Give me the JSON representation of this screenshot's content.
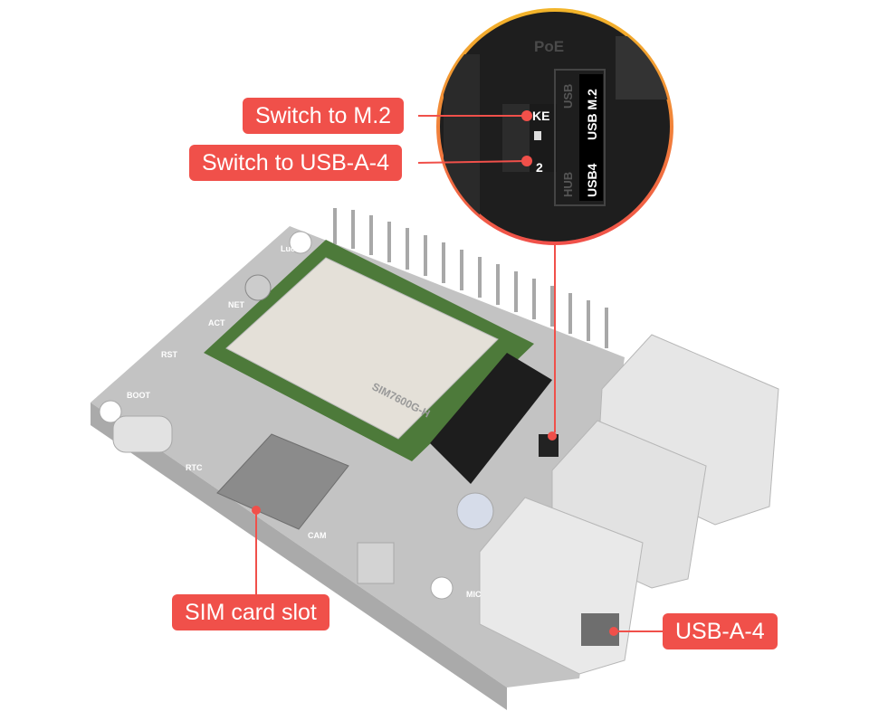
{
  "callouts": {
    "switch_m2": "Switch to M.2",
    "switch_usb": "Switch to USB-A-4",
    "sim_slot": "SIM card slot",
    "usb_a4": "USB-A-4"
  },
  "inset": {
    "poe": "PoE",
    "usb": "USB",
    "hub": "HUB",
    "usb_m2": "USB M.2",
    "usb4": "USB4",
    "switch_top": "KE",
    "switch_bottom": "2"
  },
  "board_silk": {
    "boot": "BOOT",
    "rtc": "RTC",
    "rst": "RST",
    "act": "ACT",
    "net": "NET",
    "cam": "CAM",
    "mic": "MIC",
    "brand": "Luck",
    "module": "SIM7600G-H"
  },
  "colors": {
    "accent": "#f0504a",
    "ring_top": "#f2b52a",
    "ring_bottom": "#f0504a"
  }
}
